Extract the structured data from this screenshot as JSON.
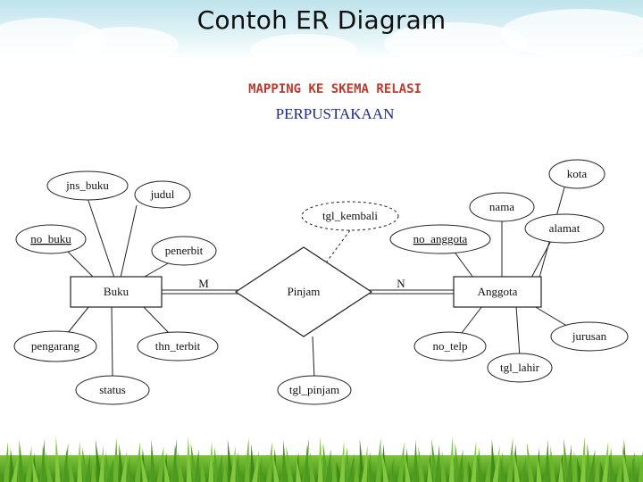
{
  "slide": {
    "title": "Contoh ER Diagram"
  },
  "diagram": {
    "title_line1": "MAPPING KE SKEMA RELASI",
    "title_line2": "PERPUSTAKAAN",
    "entities": {
      "buku": "Buku",
      "anggota": "Anggota"
    },
    "relationship": "Pinjam",
    "cardinality": {
      "left": "M",
      "right": "N"
    },
    "attributes": {
      "jns_buku": "jns_buku",
      "judul": "judul",
      "no_buku": "no_buku",
      "penerbit": "penerbit",
      "pengarang": "pengarang",
      "thn_terbit": "thn_terbit",
      "status": "status",
      "tgl_kembali": "tgl_kembali",
      "tgl_pinjam": "tgl_pinjam",
      "kota": "kota",
      "nama": "nama",
      "alamat": "alamat",
      "no_anggota": "no_anggota",
      "jurusan": "jurusan",
      "no_telp": "no_telp",
      "tgl_lahir": "tgl_lahir"
    }
  },
  "colors": {
    "title_line1": "#c0392b",
    "title_line2": "#1b2a8c",
    "sky": "#bfe3ec",
    "grass": "#4e9a1f"
  }
}
